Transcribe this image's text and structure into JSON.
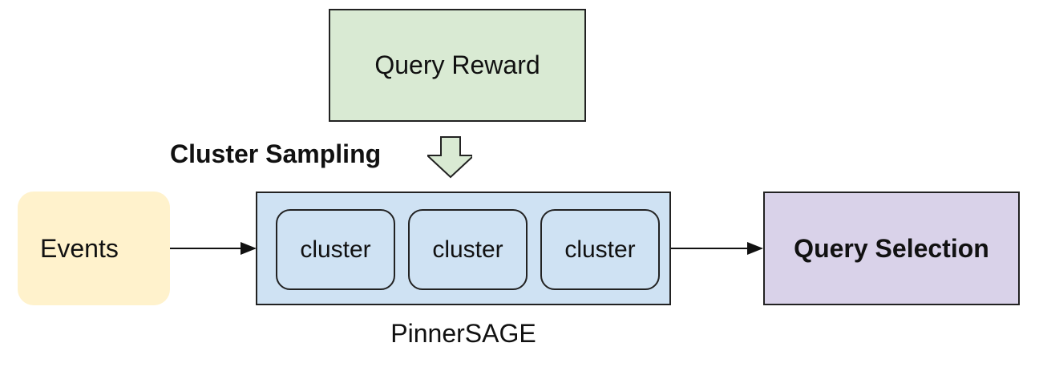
{
  "diagram": {
    "query_reward": "Query Reward",
    "cluster_sampling": "Cluster Sampling",
    "events": "Events",
    "clusters": [
      "cluster",
      "cluster",
      "cluster"
    ],
    "pinnersage": "PinnerSAGE",
    "query_selection": "Query Selection"
  },
  "colors": {
    "reward_fill": "#d9ead3",
    "events_fill": "#fff2cc",
    "pinnersage_fill": "#cfe2f3",
    "selection_fill": "#d9d2e9",
    "down_arrow_fill": "#d9ead3"
  }
}
